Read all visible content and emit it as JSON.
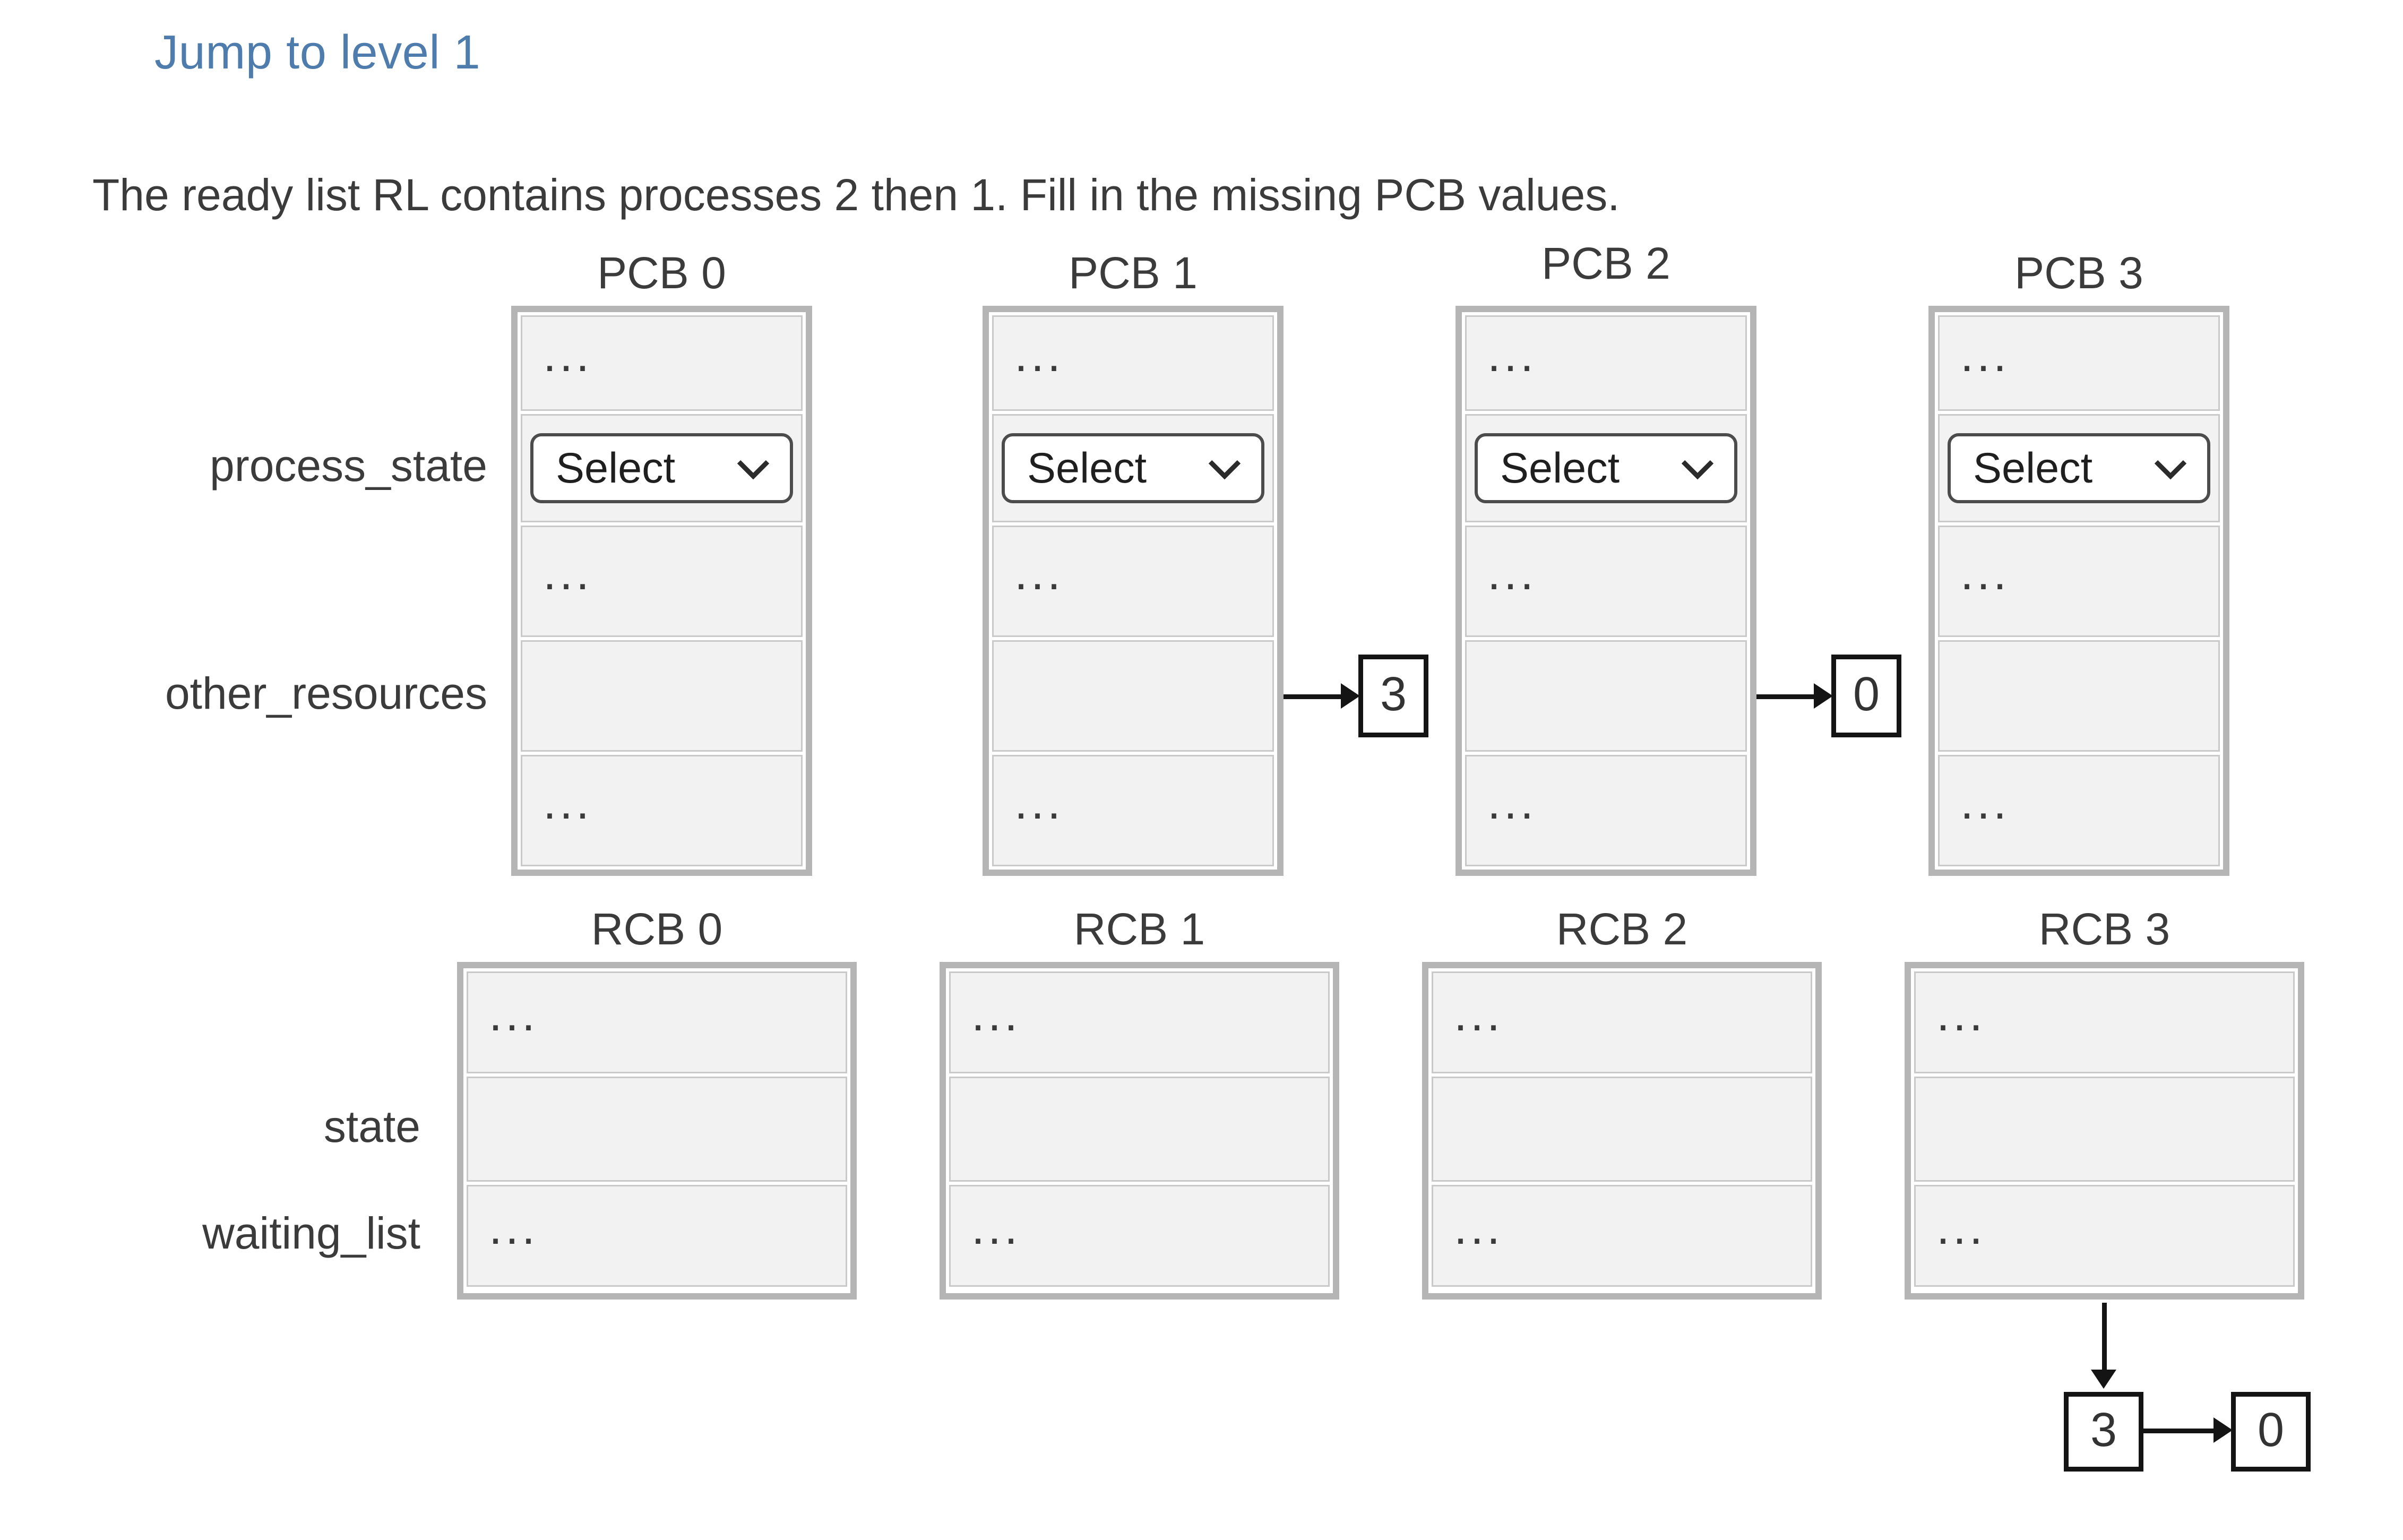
{
  "top_link": {
    "label": "Jump to level 1",
    "color": "#4e7cac"
  },
  "prompt": {
    "text": "The ready list RL contains processes 2 then 1. Fill in the missing PCB values."
  },
  "ui": {
    "ellipsis": "...",
    "select_label": "Select"
  },
  "pcb": {
    "label_process_state": "process_state",
    "label_other_resources": "other_resources",
    "blocks": [
      {
        "title": "PCB 0"
      },
      {
        "title": "PCB 1"
      },
      {
        "title": "PCB 2"
      },
      {
        "title": "PCB 3"
      }
    ],
    "pointers": [
      {
        "from": "PCB 1",
        "field": "other_resources",
        "value": "3"
      },
      {
        "from": "PCB 2",
        "field": "other_resources",
        "value": "0"
      }
    ]
  },
  "rcb": {
    "label_state": "state",
    "label_waiting_list": "waiting_list",
    "blocks": [
      {
        "title": "RCB 0"
      },
      {
        "title": "RCB 1"
      },
      {
        "title": "RCB 2"
      },
      {
        "title": "RCB 3"
      }
    ],
    "waiting_list_chain": {
      "from": "RCB 3",
      "values": [
        "3",
        "0"
      ]
    }
  },
  "colors": {
    "link_blue": "#4e7cac",
    "text": "#3b3b3b",
    "block_border": "#b5b5b5",
    "cell_background": "#f2f2f2",
    "cell_border": "#c9c9c9",
    "select_border": "#4c4c4c",
    "arrow_black": "#141414",
    "page_background": "#ffffff"
  }
}
